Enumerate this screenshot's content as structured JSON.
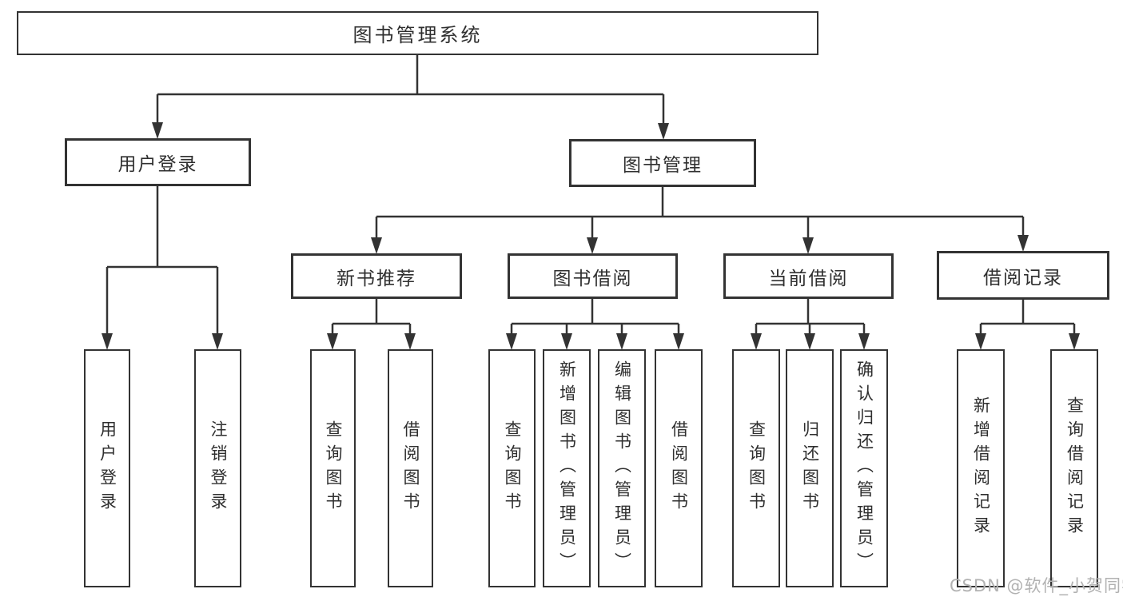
{
  "tree": {
    "root": {
      "label": "图书管理系统"
    },
    "children": [
      {
        "label": "用户登录",
        "children": [
          {
            "label": "用户登录"
          },
          {
            "label": "注销登录"
          }
        ]
      },
      {
        "label": "图书管理",
        "children": [
          {
            "label": "新书推荐",
            "children": [
              {
                "label": "查询图书"
              },
              {
                "label": "借阅图书"
              }
            ]
          },
          {
            "label": "图书借阅",
            "children": [
              {
                "label": "查询图书"
              },
              {
                "label": "新增图书（管理员）"
              },
              {
                "label": "编辑图书（管理员）"
              },
              {
                "label": "借阅图书"
              }
            ]
          },
          {
            "label": "当前借阅",
            "children": [
              {
                "label": "查询图书"
              },
              {
                "label": "归还图书"
              },
              {
                "label": "确认归还（管理员）"
              }
            ]
          },
          {
            "label": "借阅记录",
            "children": [
              {
                "label": "新增借阅记录"
              },
              {
                "label": "查询借阅记录"
              }
            ]
          }
        ]
      }
    ]
  },
  "watermark": {
    "text": "CSDN @软件_小贺同学"
  },
  "colors": {
    "line": "#333333",
    "text": "#2f2f2f",
    "watermark": "#b2b2b2",
    "background": "#ffffff"
  }
}
